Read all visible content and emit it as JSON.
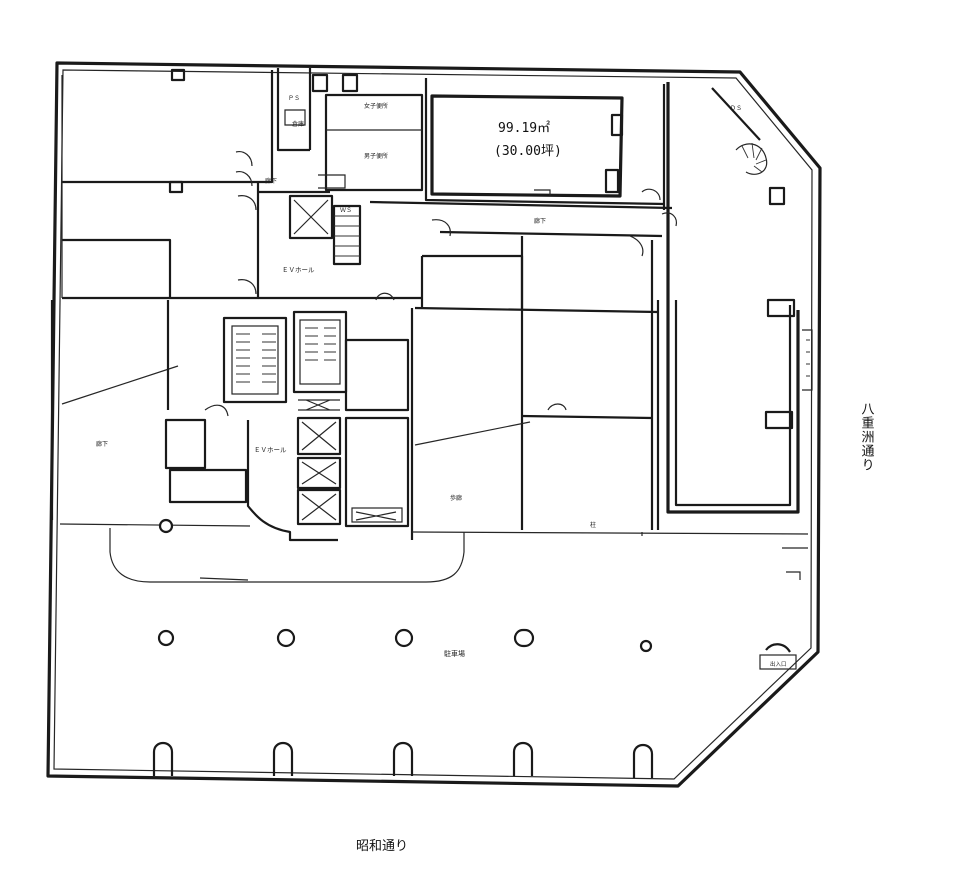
{
  "plan": {
    "unit_area": "99.19㎡",
    "unit_tsubo": "(30.00坪)",
    "street_bottom": "昭和通り",
    "street_right": "八重洲通り",
    "labels": {
      "ev_hall_upper": "ＥＶホール",
      "ev_hall_lower": "ＥＶホール",
      "corridor_upper": "廊下",
      "corridor_right": "廊下",
      "corridor_left": "廊下",
      "womens_toilet": "女子便所",
      "mens_toilet": "男子便所",
      "ps": "ＰＳ",
      "ds": "ＤＳ",
      "storage": "倉庫",
      "ws": "ＷＳ",
      "pillar_note": "柱",
      "walkway": "歩廊",
      "parking": "駐車場",
      "entrance_right": "出入口"
    }
  }
}
